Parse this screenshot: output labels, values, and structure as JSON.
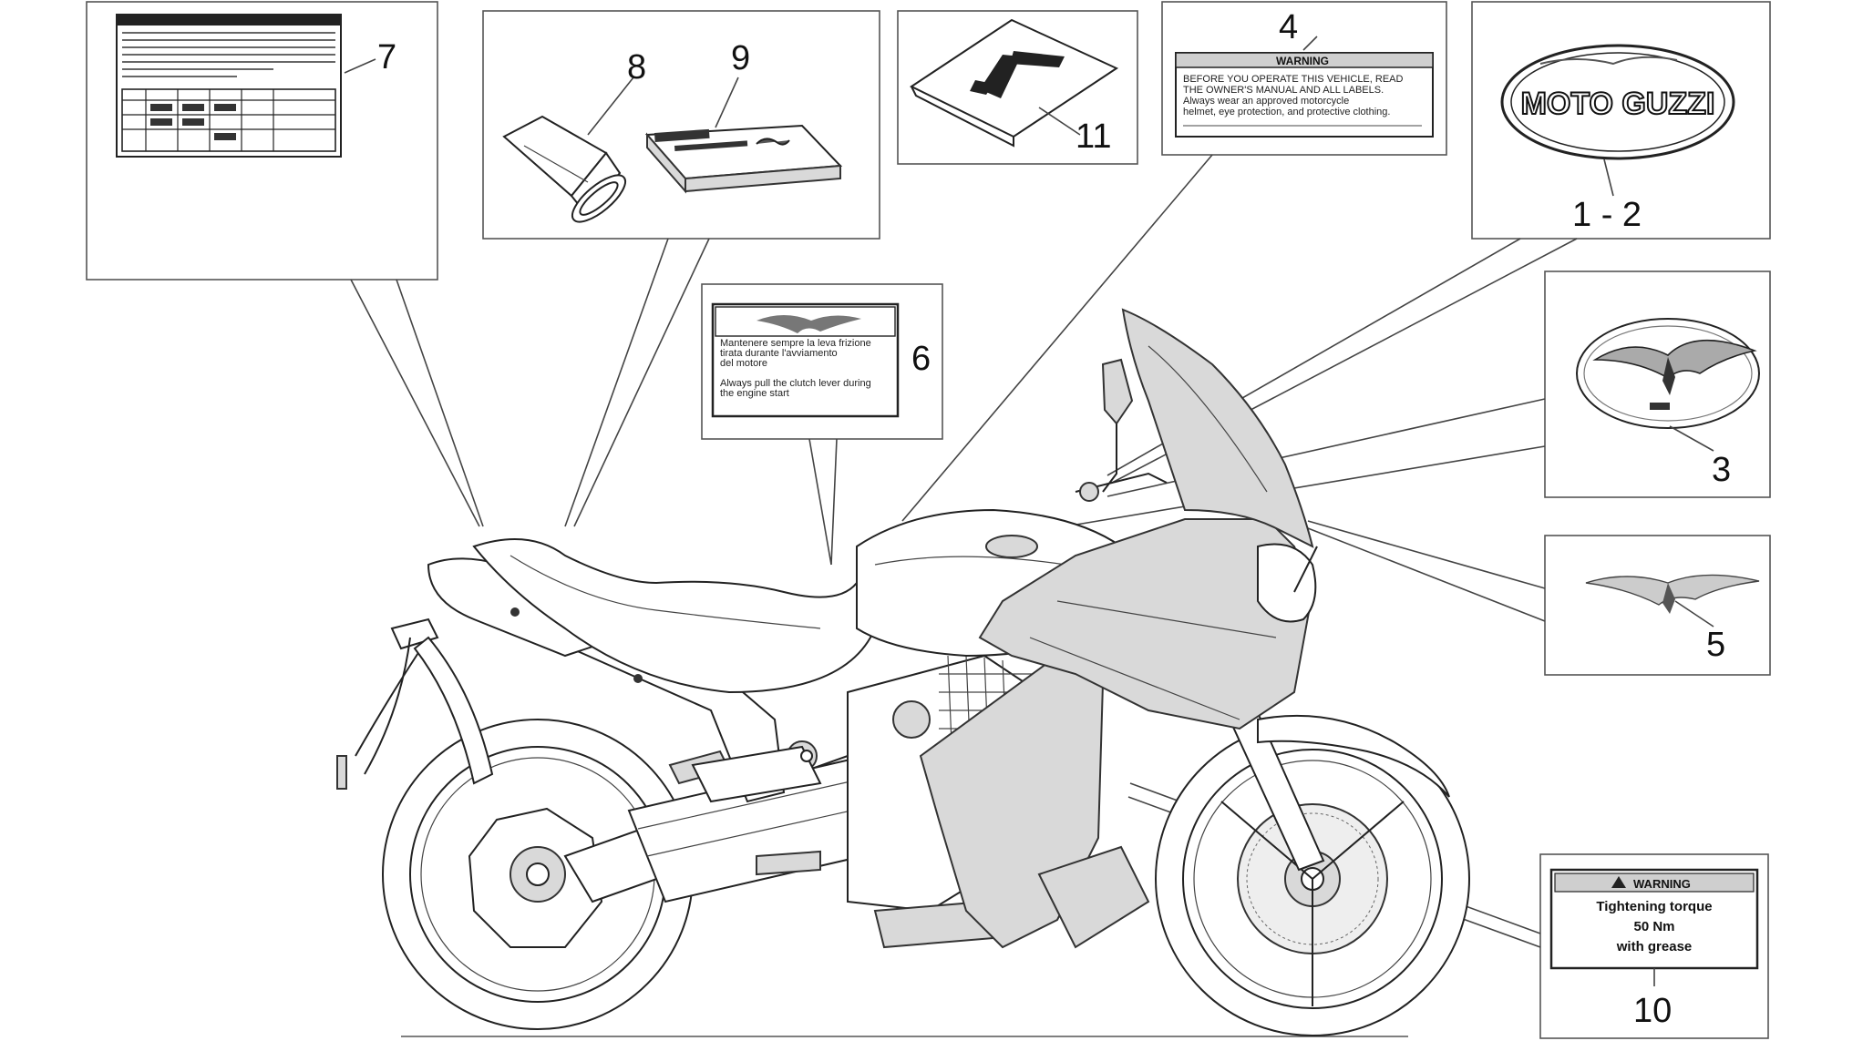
{
  "callouts": {
    "c1_2": "1 - 2",
    "c3": "3",
    "c4": "4",
    "c5": "5",
    "c6": "6",
    "c7": "7",
    "c8": "8",
    "c9": "9",
    "c10": "10",
    "c11": "11"
  },
  "labels": {
    "logo_text": "MOTO GUZZI",
    "warning_header": "WARNING",
    "label10_line1": "Tightening torque",
    "label10_line2": "50 Nm",
    "label10_line3": "with grease",
    "label4_line1": "BEFORE YOU OPERATE THIS VEHICLE, READ",
    "label4_line2": "THE OWNER'S MANUAL AND ALL LABELS.",
    "label4_line3": "Always wear an approved motorcycle",
    "label4_line4": "helmet, eye protection, and protective clothing.",
    "label6_line1": "Mantenere sempre la leva frizione",
    "label6_line2": "tirata durante l'avviamento",
    "label6_line3": "del motore",
    "label6_line4": "Always pull the clutch lever during",
    "label6_line5": "the engine start"
  }
}
